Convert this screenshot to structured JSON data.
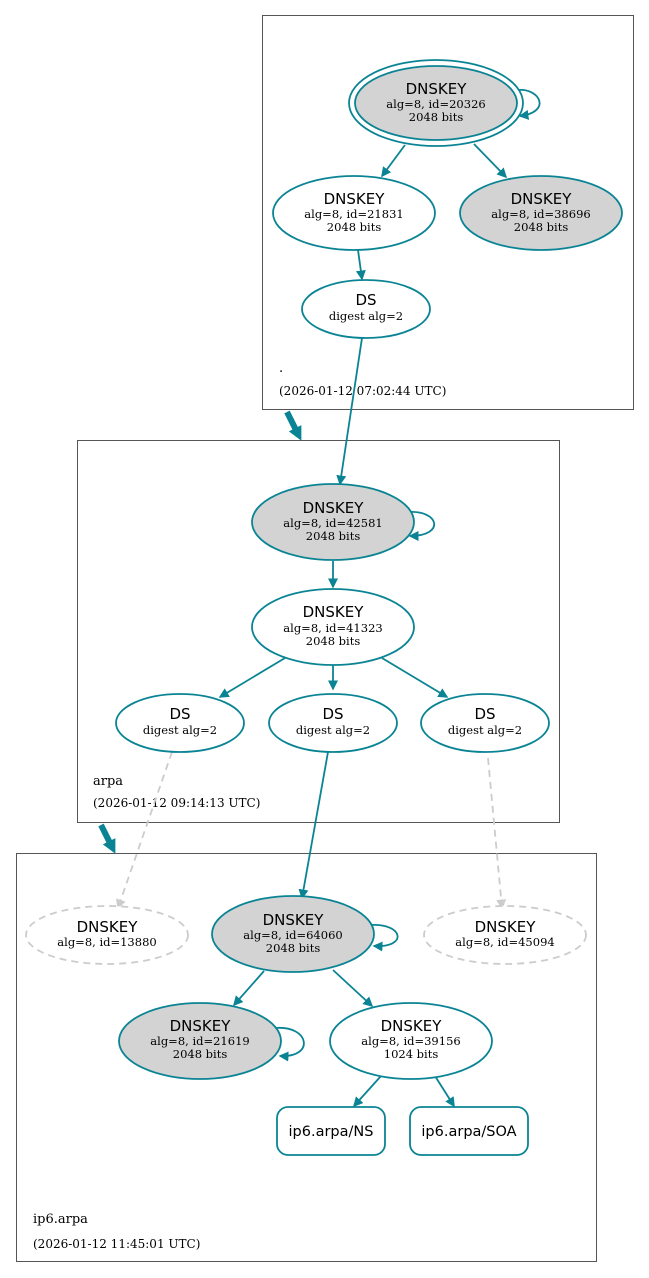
{
  "colors": {
    "edge": "#0a8494",
    "dashed": "#cccccc",
    "filled_node": "#d3d3d3",
    "open_node": "#ffffff",
    "zone_border": "#555555"
  },
  "zones": {
    "root": {
      "name": ".",
      "timestamp": "(2026-01-12 07:02:44 UTC)"
    },
    "arpa": {
      "name": "arpa",
      "timestamp": "(2026-01-12 09:14:13 UTC)"
    },
    "ip6": {
      "name": "ip6.arpa",
      "timestamp": "(2026-01-12 11:45:01 UTC)"
    }
  },
  "nodes": {
    "root_ksk": {
      "title": "DNSKEY",
      "line1": "alg=8, id=20326",
      "line2": "2048 bits"
    },
    "root_zsk": {
      "title": "DNSKEY",
      "line1": "alg=8, id=21831",
      "line2": "2048 bits"
    },
    "root_k3": {
      "title": "DNSKEY",
      "line1": "alg=8, id=38696",
      "line2": "2048 bits"
    },
    "root_ds": {
      "title": "DS",
      "line1": "digest alg=2"
    },
    "arpa_ksk": {
      "title": "DNSKEY",
      "line1": "alg=8, id=42581",
      "line2": "2048 bits"
    },
    "arpa_zsk": {
      "title": "DNSKEY",
      "line1": "alg=8, id=41323",
      "line2": "2048 bits"
    },
    "arpa_ds1": {
      "title": "DS",
      "line1": "digest alg=2"
    },
    "arpa_ds2": {
      "title": "DS",
      "line1": "digest alg=2"
    },
    "arpa_ds3": {
      "title": "DS",
      "line1": "digest alg=2"
    },
    "ip6_missing1": {
      "title": "DNSKEY",
      "line1": "alg=8, id=13880"
    },
    "ip6_ksk": {
      "title": "DNSKEY",
      "line1": "alg=8, id=64060",
      "line2": "2048 bits"
    },
    "ip6_missing2": {
      "title": "DNSKEY",
      "line1": "alg=8, id=45094"
    },
    "ip6_k21619": {
      "title": "DNSKEY",
      "line1": "alg=8, id=21619",
      "line2": "2048 bits"
    },
    "ip6_zsk": {
      "title": "DNSKEY",
      "line1": "alg=8, id=39156",
      "line2": "1024 bits"
    },
    "rr_ns": {
      "label": "ip6.arpa/NS"
    },
    "rr_soa": {
      "label": "ip6.arpa/SOA"
    }
  }
}
